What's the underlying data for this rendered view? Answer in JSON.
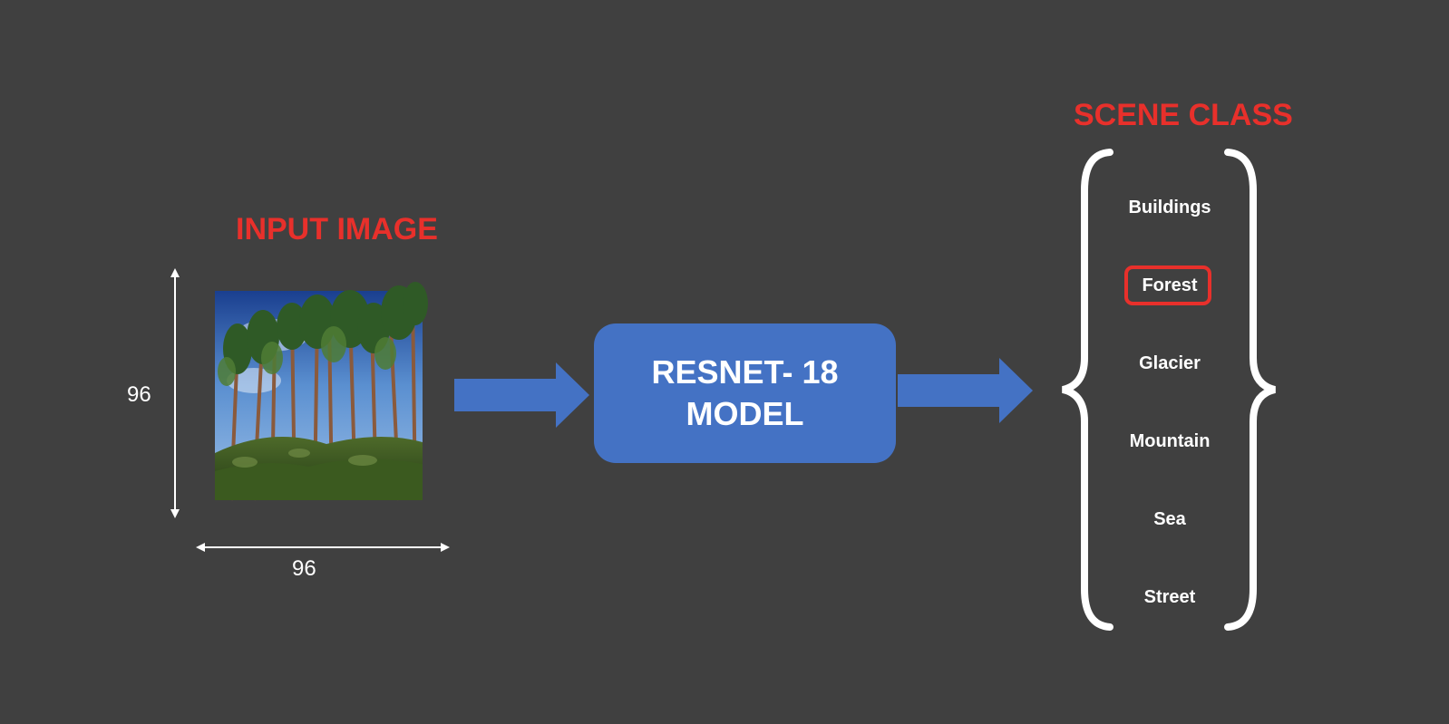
{
  "input_label": "INPUT IMAGE",
  "output_label": "SCENE CLASS",
  "dimension_height": "96",
  "dimension_width": "96",
  "model": {
    "line1": "RESNET- 18",
    "line2": "MODEL"
  },
  "classes": [
    "Buildings",
    "Forest",
    "Glacier",
    "Mountain",
    "Sea",
    "Street"
  ],
  "selected_class": "Forest",
  "colors": {
    "background": "#404040",
    "accent_red": "#e8302b",
    "model_blue": "#4472c4",
    "text": "#ffffff"
  }
}
